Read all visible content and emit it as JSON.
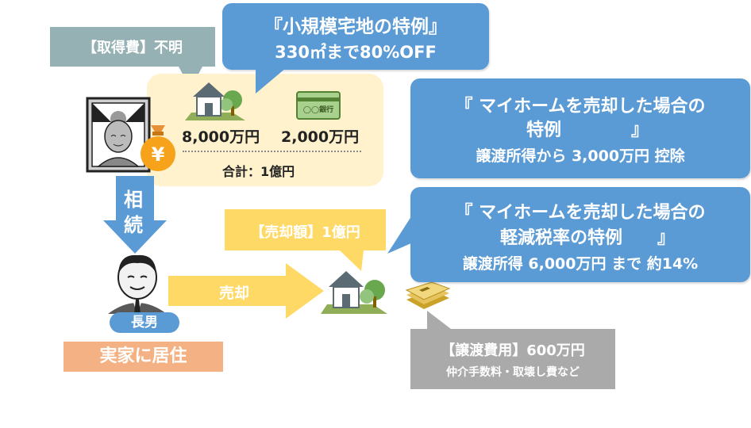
{
  "acquisition": {
    "label": "【取得費】不明"
  },
  "small_land_special": {
    "title": "『小規模宅地の特例』",
    "detail": "330㎡まで80%OFF"
  },
  "inheritance_assets": {
    "house_value": "8,000万円",
    "bank_value": "2,000万円",
    "bank_icon_text": "◯◯銀行",
    "total": "合計：1億円"
  },
  "home_sale_special": {
    "line1": "『 マイホームを売却した場合の",
    "line2": "特例　　　　』",
    "detail": "譲渡所得から 3,000万円 控除"
  },
  "reduced_tax_special": {
    "line1": "『 マイホームを売却した場合の",
    "line2": "軽減税率の特例　　』",
    "detail": "譲渡所得 6,000万円 まで 約14%"
  },
  "flow": {
    "inherit_char1": "相",
    "inherit_char2": "続",
    "sell": "売却"
  },
  "sale_price": {
    "label": "【売却額】1億円"
  },
  "heir": {
    "name": "長男",
    "status": "実家に居住"
  },
  "transfer_cost": {
    "title": "【譲渡費用】600万円",
    "detail": "仲介手数料・取壊し費など"
  },
  "colors": {
    "blue": "#5b9bd5",
    "gray_teal": "#95b1b3",
    "cream": "#fff2cc",
    "yellow": "#ffd966",
    "orange": "#f4b183",
    "gray": "#aaaaaa"
  }
}
